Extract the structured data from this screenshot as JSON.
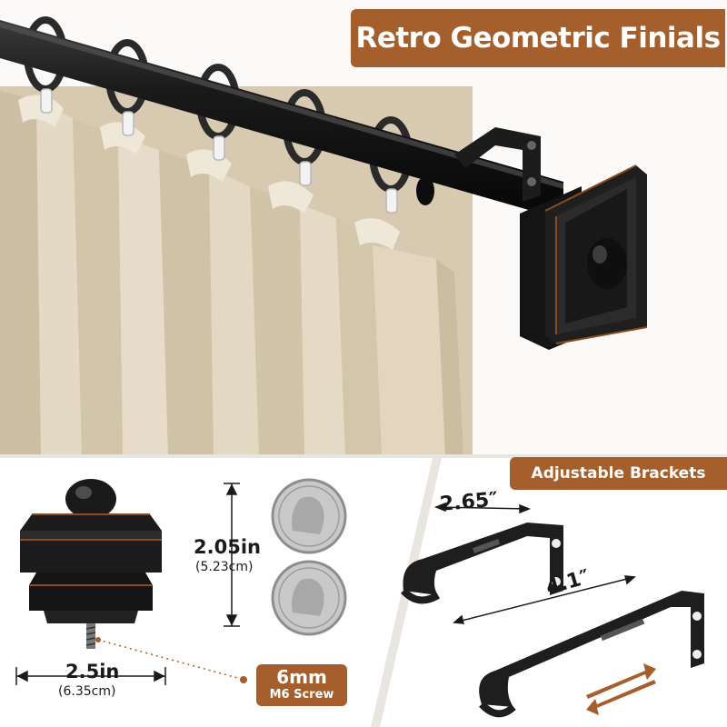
{
  "header": {
    "title": "Retro Geometric Finials"
  },
  "brackets": {
    "badge": "Adjustable Brackets",
    "short_length": "2.65″",
    "long_length": "4.1″"
  },
  "finial": {
    "height_in": "2.05in",
    "height_cm": "(5.23cm)",
    "width_in": "2.5in",
    "width_cm": "(6.35cm)",
    "screw_size": "6mm",
    "screw_type": "M6 Screw"
  },
  "colors": {
    "accent": "#a55f2c",
    "rod": "#141414",
    "curtain": "#dccfb7",
    "divider": "#e9e6e1"
  }
}
